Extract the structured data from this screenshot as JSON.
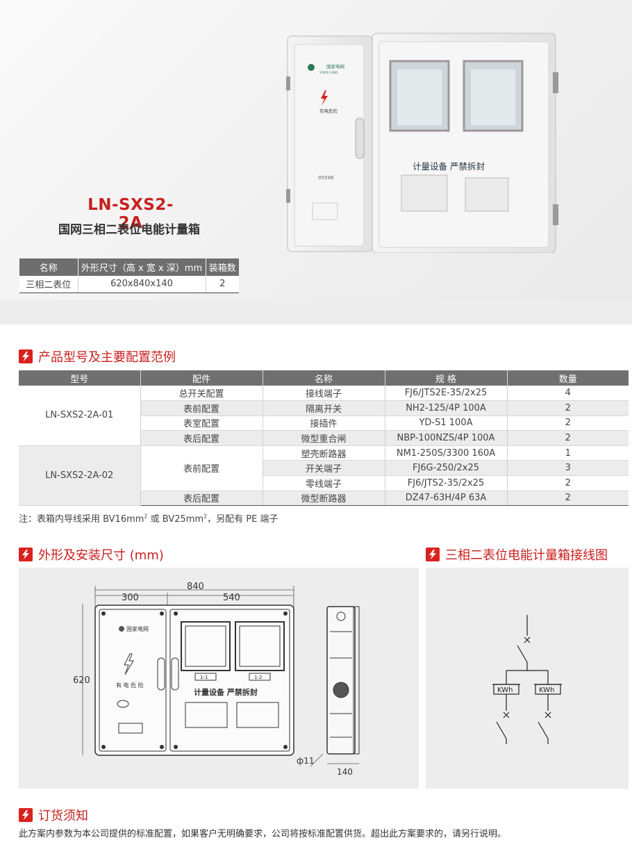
{
  "hero": {
    "model": "LN-SXS2-2A",
    "name": "国网三相二表位电能计量箱",
    "box_label": "计量设备 严禁拆封",
    "brand": "国家电网",
    "brand_en": "STATE GRID",
    "danger": "有电危险",
    "hotline": "95598"
  },
  "spec": {
    "headers": [
      "名称",
      "外形尺寸（高 x 宽 x 深）mm",
      "装箱数"
    ],
    "row": [
      "三相二表位",
      "620x840x140",
      "2"
    ]
  },
  "section1": {
    "title": "产品型号及主要配置范例"
  },
  "config": {
    "headers": [
      "型号",
      "配件",
      "名称",
      "规 格",
      "数量"
    ],
    "groups": [
      {
        "model": "LN-SXS2-2A-01",
        "rows": [
          {
            "part": "总开关配置",
            "name": "接线端子",
            "spec": "FJ6/JTS2E-35/2x25",
            "qty": "4"
          },
          {
            "part": "表前配置",
            "name": "隔离开关",
            "spec": "NH2-125/4P 100A",
            "qty": "2"
          },
          {
            "part": "表室配置",
            "name": "接插件",
            "spec": "YD-S1 100A",
            "qty": "2"
          },
          {
            "part": "表后配置",
            "name": "微型重合闸",
            "spec": "NBP-100NZS/4P 100A",
            "qty": "2"
          }
        ]
      },
      {
        "model": "LN-SXS2-2A-02",
        "merged_part": "表前配置",
        "rows": [
          {
            "name": "塑壳断路器",
            "spec": "NM1-250S/3300 160A",
            "qty": "1"
          },
          {
            "name": "开关端子",
            "spec": "FJ6G-250/2x25",
            "qty": "3"
          },
          {
            "name": "零线端子",
            "spec": "FJ6/JTS2-35/2x25",
            "qty": "2"
          },
          {
            "part": "表后配置",
            "name": "微型断路器",
            "spec": "DZ47-63H/4P 63A",
            "qty": "2"
          }
        ]
      }
    ]
  },
  "note": {
    "prefix": "注：表箱内导线采用 BV16mm",
    "sup1": "2",
    "mid": " 或 BV25mm",
    "sup2": "2",
    "suffix": "，另配有 PE 端子"
  },
  "section2": {
    "title": "外形及安装尺寸 (mm)"
  },
  "section3": {
    "title": "三相二表位电能计量箱接线图"
  },
  "drawing": {
    "width_total": "840",
    "width_left": "300",
    "width_right": "540",
    "height": "620",
    "hole": "ф11",
    "depth": "140",
    "meter1": "1-1",
    "meter2": "1-2",
    "panel_label": "计量设备 严禁拆封",
    "brand": "国家电网",
    "danger": "有 电 危 险"
  },
  "wiring": {
    "meter_label": "KWh"
  },
  "section4": {
    "title": "订货须知"
  },
  "order": {
    "text": "此方案内参数为本公司提供的标准配置，如果客户无明确要求，公司将按标准配置供货。超出此方案要求的，请另行说明。"
  },
  "colors": {
    "accent": "#c8201e",
    "header_gray": "#707070",
    "panel_bg": "#ededed"
  },
  "icons": [
    "lightning-icon"
  ]
}
